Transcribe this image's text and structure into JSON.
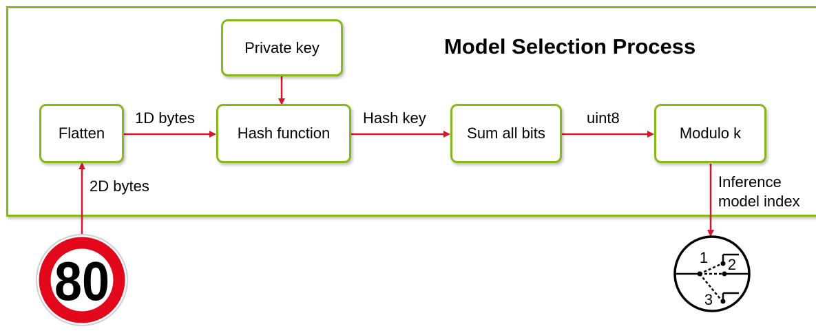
{
  "diagram": {
    "title": "Model Selection Process",
    "nodes": {
      "private_key": "Private key",
      "flatten": "Flatten",
      "hash_function": "Hash function",
      "sum_bits": "Sum all bits",
      "modulo": "Modulo k"
    },
    "edges": {
      "flatten_to_hash": "1D bytes",
      "hash_to_sum": "Hash key",
      "sum_to_modulo": "uint8",
      "input_to_flatten": "2D bytes",
      "modulo_output_line1": "Inference",
      "modulo_output_line2": "model index"
    },
    "sign": {
      "speed": "80"
    },
    "selector": {
      "option_1": "1",
      "option_2": "2",
      "option_3": "3"
    },
    "colors": {
      "box_border": "#86b818",
      "arrow": "#d6162b",
      "sign_ring": "#e3071b"
    }
  }
}
